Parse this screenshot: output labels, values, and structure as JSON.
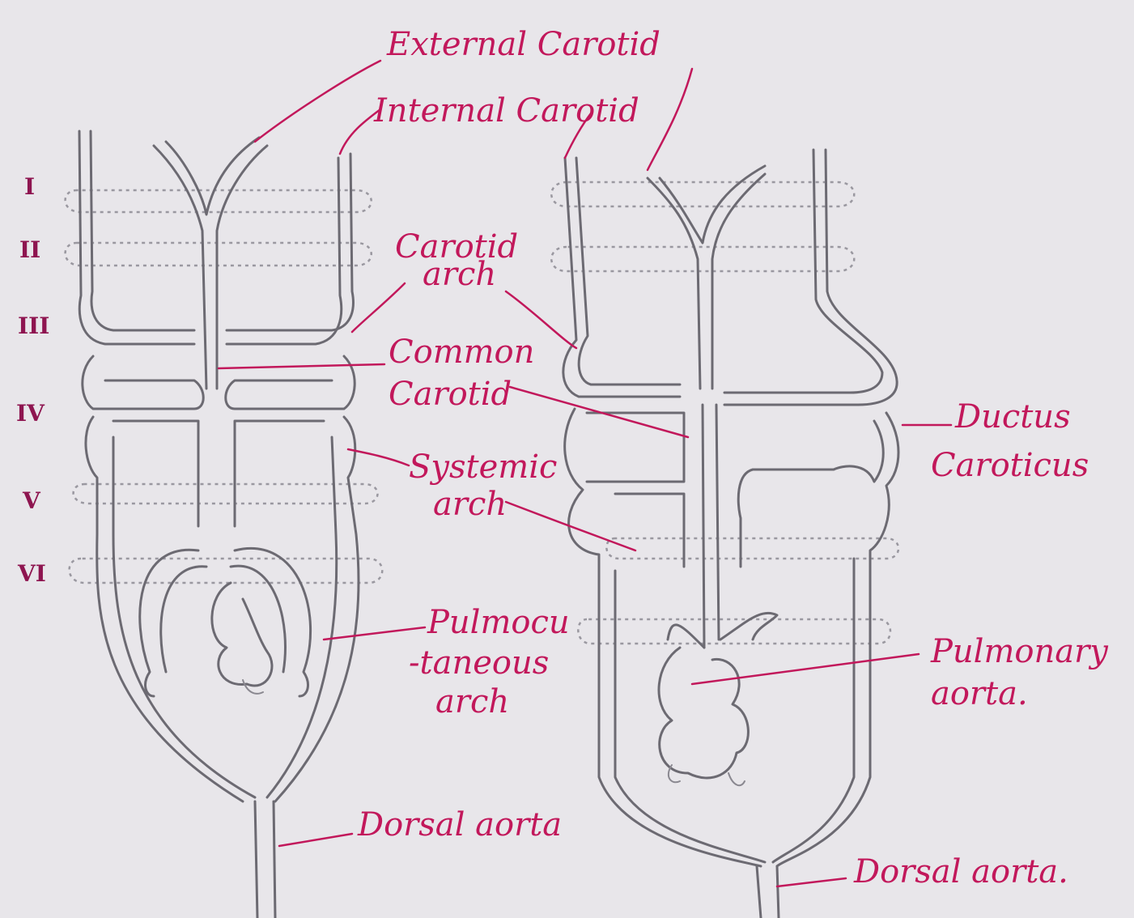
{
  "colors": {
    "paper": "#e8e6ea",
    "pencil": "#6c6a72",
    "ink": "#c2185b"
  },
  "arch_numerals": [
    "I",
    "II",
    "III",
    "IV",
    "V",
    "VI"
  ],
  "labels": {
    "external_carotid": "External Carotid",
    "internal_carotid": "Internal Carotid",
    "carotid_arch_line1": "Carotid",
    "carotid_arch_line2": "arch",
    "common_carotid_line1": "Common",
    "common_carotid_line2": "Carotid",
    "systemic_arch_line1": "Systemic",
    "systemic_arch_line2": "arch",
    "pulmocutaneous_line1": "Pulmocu",
    "pulmocutaneous_line2": "-taneous",
    "pulmocutaneous_line3": "arch",
    "dorsal_aorta_left": "Dorsal aorta",
    "ductus_caroticus_line1": "Ductus",
    "ductus_caroticus_line2": "Caroticus",
    "pulmonary_aorta_line1": "Pulmonary",
    "pulmonary_aorta_line2": "aorta.",
    "dorsal_aorta_right": "Dorsal aorta."
  }
}
